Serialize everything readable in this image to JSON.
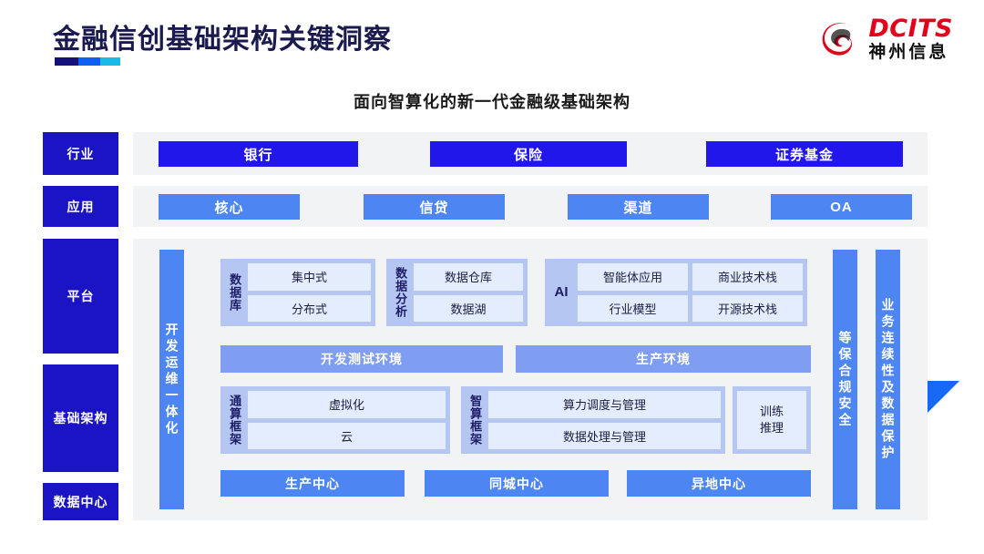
{
  "header": {
    "title": "金融信创基础架构关键洞察",
    "subtitle": "面向智算化的新一代金融级基础架构",
    "logo_en": "DCITS",
    "logo_cn": "神州信息",
    "accent_colors": [
      "#15107a",
      "#0c5ff0",
      "#19b9e8"
    ],
    "brand_red": "#e3001b"
  },
  "colors": {
    "sidebar": "#1a14c4",
    "industry_pill": "#2217ea",
    "app_pill": "#4d86f2",
    "group_bg": "#b5c6f3",
    "cell_bg": "#e3edfd",
    "env_bar": "#7f9ef2",
    "panel_bg": "#f2f3f5"
  },
  "sidebar": {
    "items": [
      {
        "label": "行业"
      },
      {
        "label": "应用"
      },
      {
        "label": "平台"
      },
      {
        "label": "基础架构"
      },
      {
        "label": "数据中心"
      }
    ]
  },
  "industry_row": {
    "items": [
      {
        "label": "银行"
      },
      {
        "label": "保险"
      },
      {
        "label": "证券基金"
      }
    ]
  },
  "application_row": {
    "items": [
      {
        "label": "核心"
      },
      {
        "label": "信贷"
      },
      {
        "label": "渠道"
      },
      {
        "label": "OA"
      }
    ]
  },
  "vertical_bars": {
    "devops": "开发运维一体化",
    "security": "等保合规安全",
    "continuity": "业务连续性及数据保护"
  },
  "platform": {
    "groups": [
      {
        "label": "数据库",
        "items": [
          "集中式",
          "分布式"
        ]
      },
      {
        "label": "数据分析",
        "items": [
          "数据仓库",
          "数据湖"
        ]
      },
      {
        "label": "AI",
        "col1": [
          "智能体应用",
          "行业模型"
        ],
        "col2": [
          "商业技术栈",
          "开源技术栈"
        ]
      }
    ],
    "environments": [
      {
        "label": "开发测试环境"
      },
      {
        "label": "生产环境"
      }
    ]
  },
  "infrastructure": {
    "groups": [
      {
        "label": "通算框架",
        "items": [
          "虚拟化",
          "云"
        ]
      },
      {
        "label": "智算框架",
        "items": [
          "算力调度与管理",
          "数据处理与管理"
        ]
      }
    ],
    "standalone": "训练\n推理"
  },
  "datacenter": {
    "items": [
      {
        "label": "生产中心"
      },
      {
        "label": "同城中心"
      },
      {
        "label": "异地中心"
      }
    ]
  }
}
